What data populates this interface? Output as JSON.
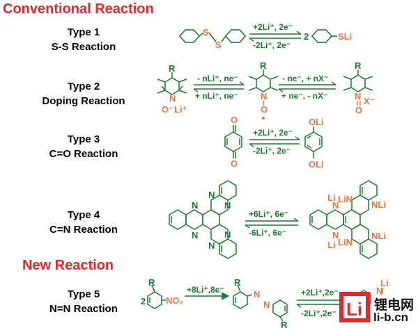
{
  "sections": {
    "conventional": "Conventional Reaction",
    "new": "New Reaction"
  },
  "types": [
    {
      "type": "Type 1",
      "name": "S-S Reaction"
    },
    {
      "type": "Type 2",
      "name": "Doping Reaction"
    },
    {
      "type": "Type 3",
      "name": "C=O Reaction"
    },
    {
      "type": "Type 4",
      "name": "C=N Reaction"
    },
    {
      "type": "Type 5",
      "name": "N=N Reaction"
    }
  ],
  "conditions": {
    "t1_forward": "+2Li⁺, 2e⁻",
    "t1_reverse": "-2Li⁺, 2e⁻",
    "t1_coef": "2",
    "t2a_forward": "- nLi⁺, ne⁻",
    "t2a_reverse": "+ nLi⁺, ne⁻",
    "t2b_forward": "- ne⁻, + nX⁻",
    "t2b_reverse": "+ ne⁻, - nX⁻",
    "t3_forward": "+2Li⁺, 2e⁻",
    "t3_reverse": "-2Li⁺, 2e⁻",
    "t4_forward": "+6Li⁺, 6e⁻",
    "t4_reverse": "-6Li⁺, 6e⁻",
    "t5_step1": "+8Li⁺,8e⁻",
    "t5_coef": "2",
    "t5_forward": "+2Li⁺,2e⁻",
    "t5_reverse": "-2Li⁺,2e⁻"
  },
  "atoms": {
    "s": "S",
    "sli": "SLi",
    "r": "R",
    "n": "N",
    "o": "O",
    "li_plus": "Li⁺",
    "o_minus": "O⁻",
    "x_minus": "X⁻",
    "olig": "OLi",
    "nli": "NLi",
    "lin": "LiN",
    "li": "Li",
    "no2": "NO₂"
  },
  "watermark": {
    "glyph": "Li",
    "cn": "锂电网",
    "url": "li-b.cn"
  },
  "colors": {
    "section": "#e8262a",
    "reactant": "#1a7a2e",
    "product": "#e9773e",
    "label": "#000000"
  }
}
